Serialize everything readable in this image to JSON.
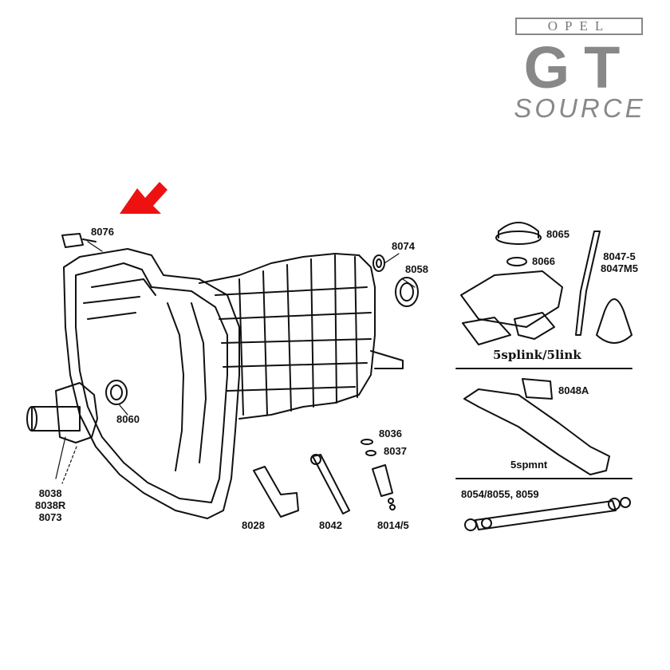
{
  "logo": {
    "line1": "OPEL",
    "line2": "GT",
    "line3": "SOURCE"
  },
  "labels": {
    "p8076": "8076",
    "p8074": "8074",
    "p8058": "8058",
    "p8060": "8060",
    "p8038_group": "8038\n8038R\n8073",
    "p8028": "8028",
    "p8042": "8042",
    "p8014_5": "8014/5",
    "p8036": "8036",
    "p8037": "8037",
    "p8065": "8065",
    "p8066": "8066",
    "p8047_group": "8047-5\n8047M5",
    "shifter_caption": "5splink/5link",
    "p8048A": "8048A",
    "mount_caption": "5spmnt",
    "driveshaft_caption": "8054/8055, 8059"
  },
  "colors": {
    "pointer_arrow": "#ee1111",
    "line_art": "#111111",
    "logo_gray": "#888888"
  }
}
